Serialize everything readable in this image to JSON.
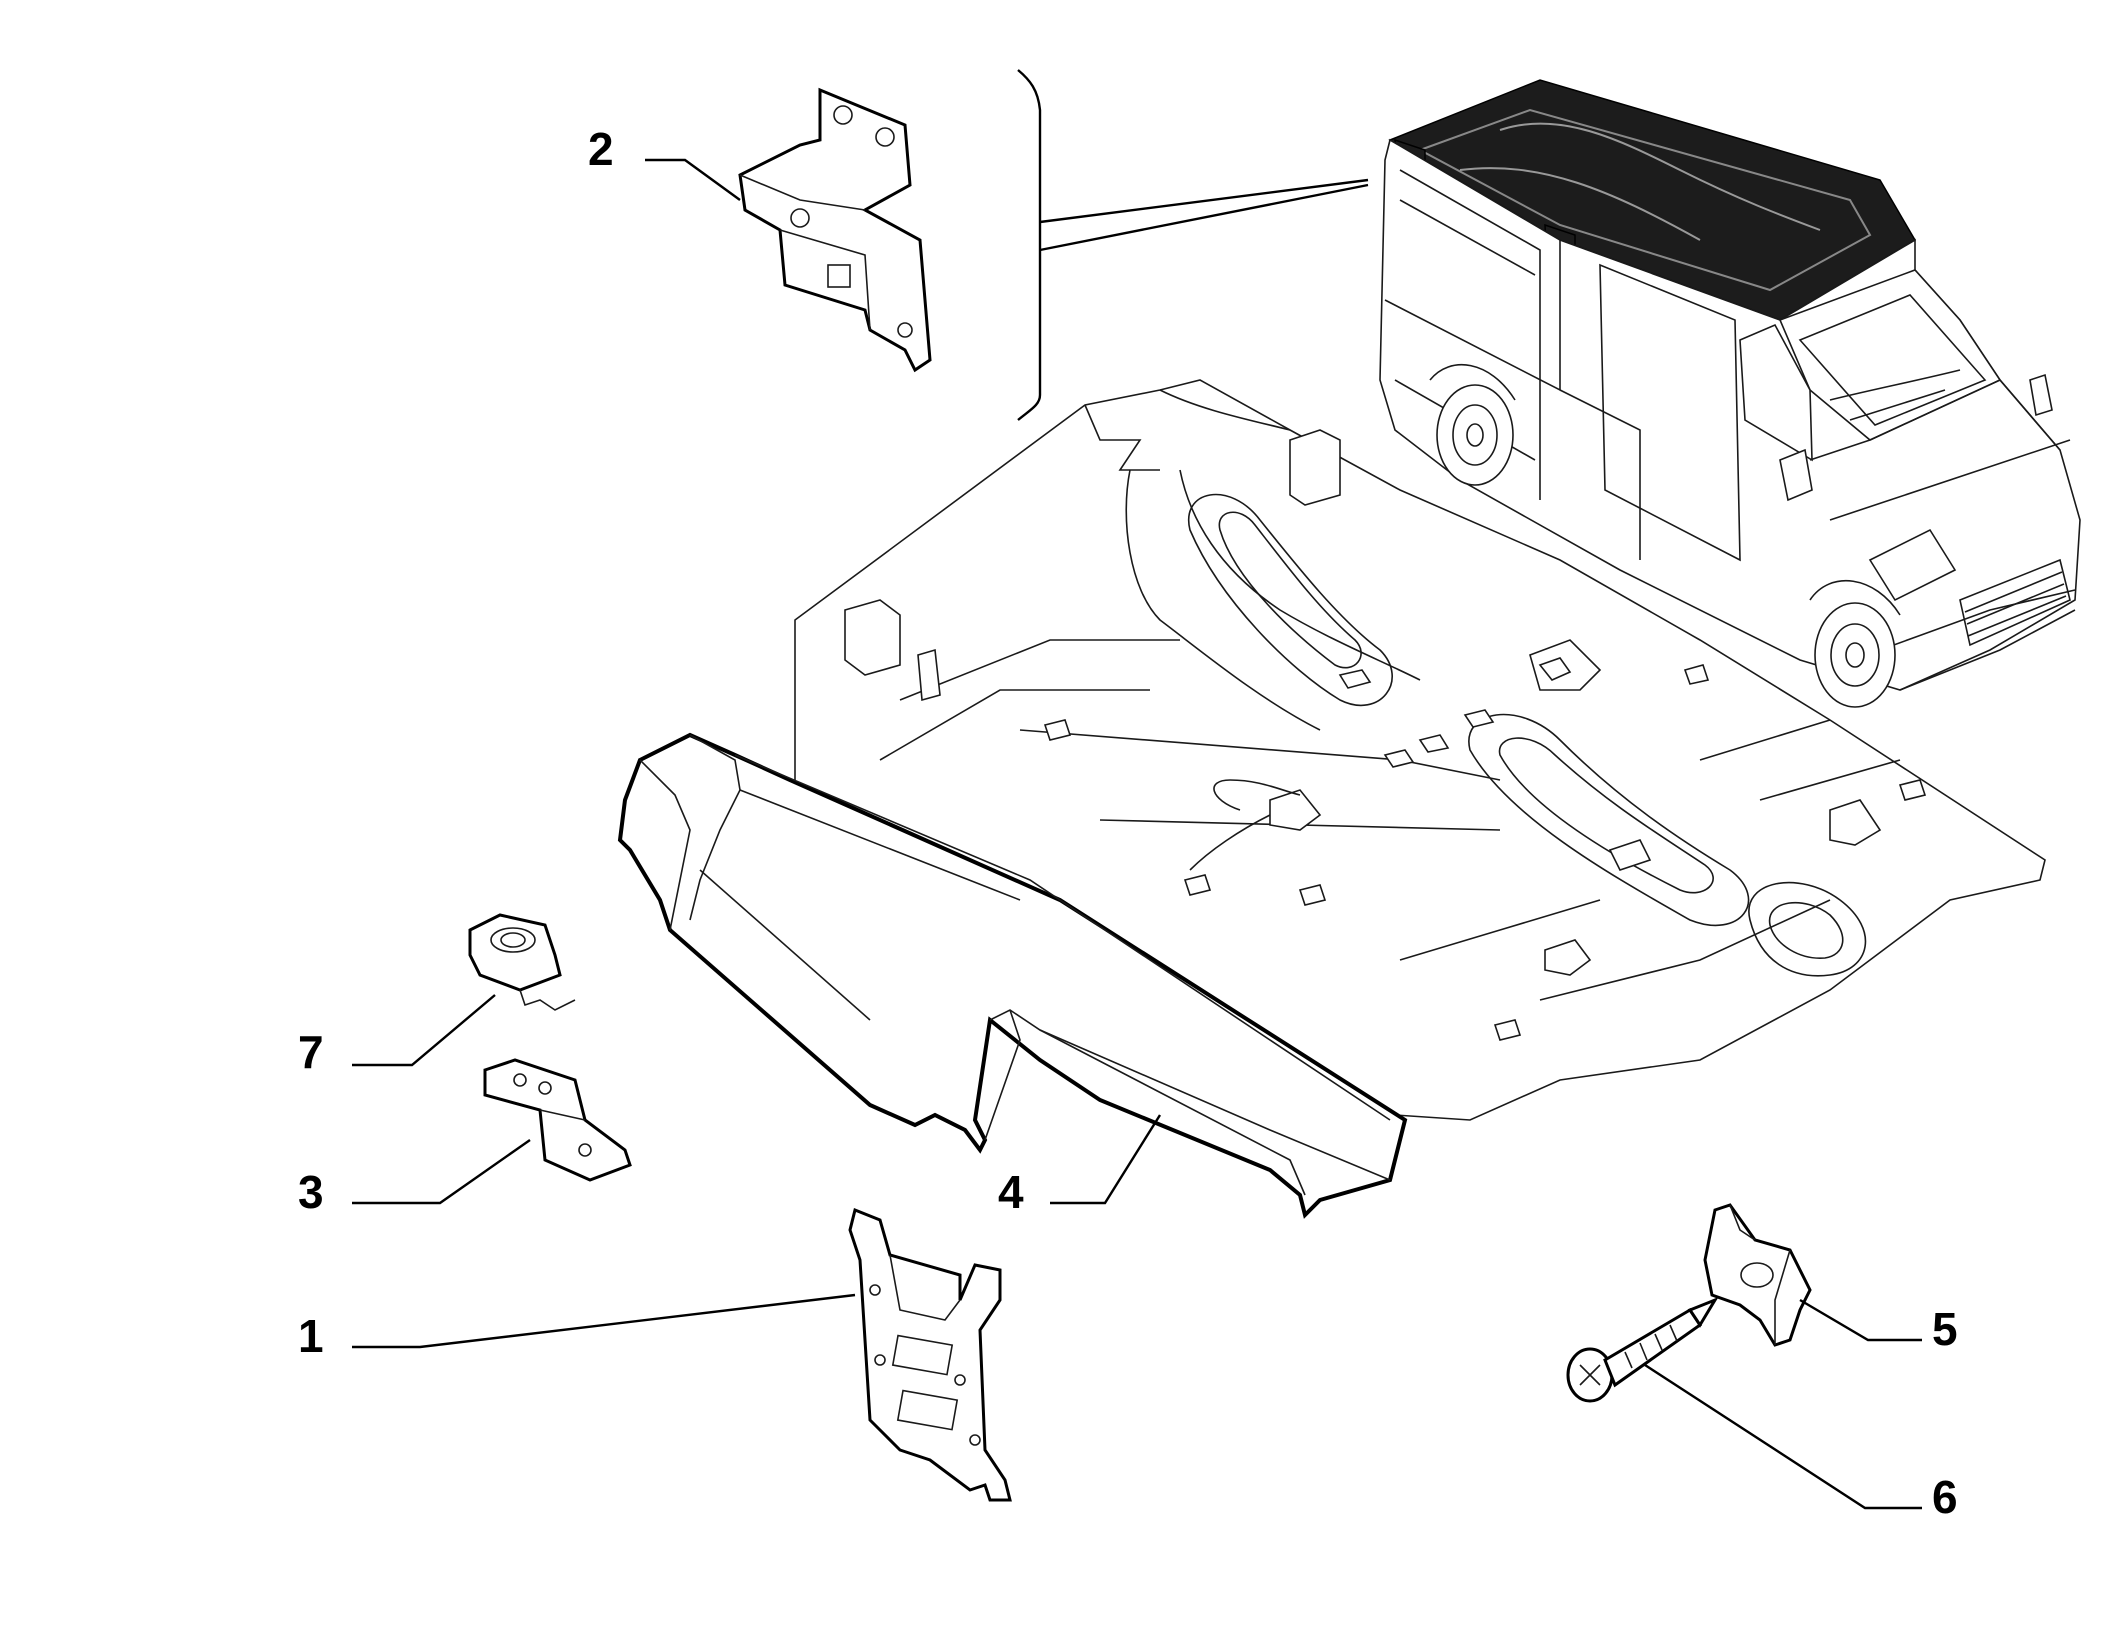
{
  "diagram": {
    "callouts": [
      {
        "id": "1",
        "label": "1"
      },
      {
        "id": "2",
        "label": "2"
      },
      {
        "id": "3",
        "label": "3"
      },
      {
        "id": "4",
        "label": "4"
      },
      {
        "id": "5",
        "label": "5"
      },
      {
        "id": "6",
        "label": "6"
      },
      {
        "id": "7",
        "label": "7"
      }
    ],
    "parts": [
      {
        "callout": "1",
        "icon": "bracket-plate-icon"
      },
      {
        "callout": "2",
        "icon": "bent-bracket-icon"
      },
      {
        "callout": "3",
        "icon": "small-bracket-icon"
      },
      {
        "callout": "4",
        "icon": "duct-cover-icon"
      },
      {
        "callout": "5",
        "icon": "clip-nut-icon"
      },
      {
        "callout": "6",
        "icon": "screw-icon"
      },
      {
        "callout": "7",
        "icon": "cage-nut-icon"
      }
    ],
    "colors": {
      "line": "#000000",
      "background": "#ffffff",
      "roof_fill": "#1c1c1c"
    }
  }
}
